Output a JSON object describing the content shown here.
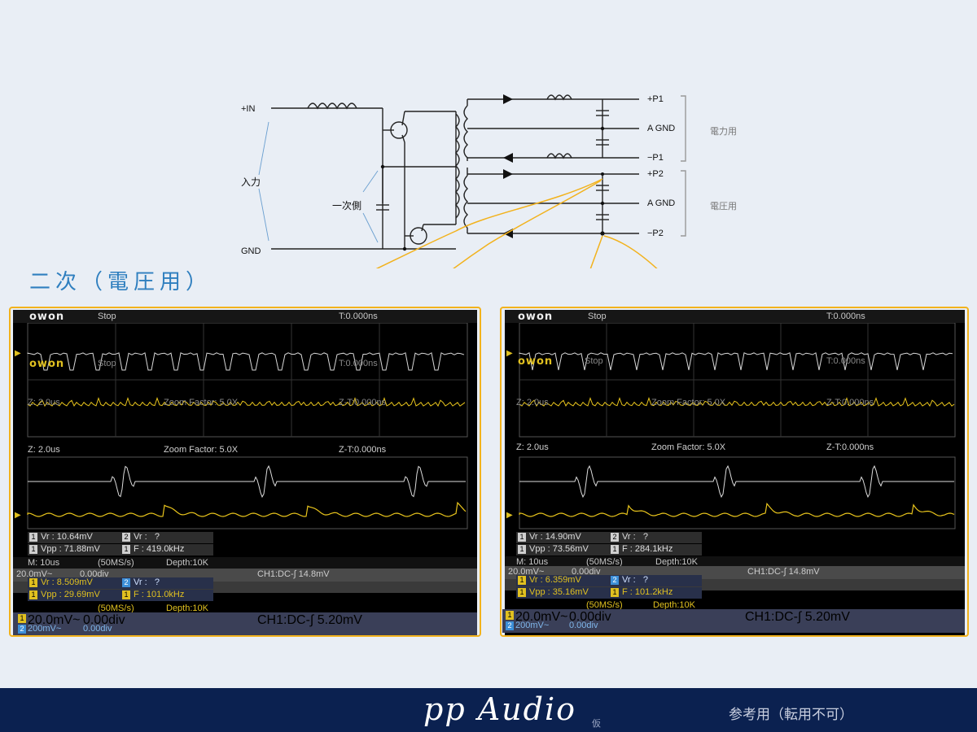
{
  "schematic": {
    "in_plus": "+IN",
    "gnd": "GND",
    "input_label": "入力",
    "primary_label": "一次側",
    "outputs": [
      "+P1",
      "A GND",
      "−P1",
      "+P2",
      "A GND",
      "−P2"
    ],
    "group_power": "電力用",
    "group_voltage": "電圧用"
  },
  "section_title": "二次（電圧用）",
  "scope_left": {
    "top_bar": {
      "logo": "owon",
      "state": "Stop",
      "trigger_time": "T:0.000ns"
    },
    "overlay_bar": {
      "logo": "owon",
      "state": "Stop",
      "trigger_time": "T:0.000ns"
    },
    "overlay_row": {
      "z": "Z: 2.0us",
      "zoom": "Zoom Factor: 5.0X",
      "zt": "Z-T:0.000ns"
    },
    "zoom_row": {
      "z": "Z: 2.0us",
      "zoom": "Zoom Factor: 5.0X",
      "zt": "Z-T:0.000ns"
    },
    "meas_upper": {
      "r1": {
        "ch": "1",
        "label": "Vr :",
        "value": "10.64mV"
      },
      "r2": {
        "ch": "2",
        "label": "Vr :",
        "value": "?"
      },
      "r3": {
        "ch": "1",
        "label": "Vpp :",
        "value": "71.88mV"
      },
      "r4": {
        "ch": "1",
        "label": "F :",
        "value": "419.0kHz"
      }
    },
    "status_upper": {
      "m": "M: 10us",
      "rate": "(50MS/s)",
      "depth": "Depth:10K"
    },
    "ch_row_upper": {
      "ch1": "20.0mV~",
      "pos1": "0.00div",
      "trig": "CH1:DC-∫ 14.8mV"
    },
    "meas_lower": {
      "r1": {
        "ch": "1",
        "label": "Vr :",
        "value": "8.509mV"
      },
      "r2": {
        "ch": "2",
        "label": "Vr :",
        "value": "?"
      },
      "r3": {
        "ch": "1",
        "label": "Vpp :",
        "value": "29.69mV"
      },
      "r4": {
        "ch": "1",
        "label": "F :",
        "value": "101.0kHz"
      }
    },
    "status_lower": {
      "rate": "(50MS/s)",
      "depth": "Depth:10K"
    },
    "ch_rows_lower": {
      "ch1": "20.0mV~",
      "pos1": "0.00div",
      "trig": "CH1:DC-∫ 5.20mV",
      "ch2": "200mV~",
      "pos2": "0.00div"
    }
  },
  "scope_right": {
    "top_bar": {
      "logo": "owon",
      "state": "Stop",
      "trigger_time": "T:0.000ns"
    },
    "overlay_bar": {
      "logo": "owon",
      "state": "Stop",
      "trigger_time": "T:0.000ns"
    },
    "overlay_row": {
      "z": "Z: 2.0us",
      "zoom": "Zoom Factor: 5.0X",
      "zt": "Z-T:0.000ns"
    },
    "zoom_row": {
      "z": "Z: 2.0us",
      "zoom": "Zoom Factor: 5.0X",
      "zt": "Z-T:0.000ns"
    },
    "meas_upper": {
      "r1": {
        "ch": "1",
        "label": "Vr :",
        "value": "14.90mV"
      },
      "r2": {
        "ch": "2",
        "label": "Vr :",
        "value": "?"
      },
      "r3": {
        "ch": "1",
        "label": "Vpp :",
        "value": "73.56mV"
      },
      "r4": {
        "ch": "1",
        "label": "F :",
        "value": "284.1kHz"
      }
    },
    "status_upper": {
      "m": "M: 10us",
      "rate": "(50MS/s)",
      "depth": "Depth:10K"
    },
    "ch_row_upper": {
      "ch1": "20.0mV~",
      "pos1": "0.00div",
      "trig": "CH1:DC-∫ 14.8mV"
    },
    "meas_lower": {
      "r1": {
        "ch": "1",
        "label": "Vr :",
        "value": "6.359mV"
      },
      "r2": {
        "ch": "2",
        "label": "Vr :",
        "value": "?"
      },
      "r3": {
        "ch": "1",
        "label": "Vpp :",
        "value": "35.16mV"
      },
      "r4": {
        "ch": "1",
        "label": "F :",
        "value": "101.2kHz"
      }
    },
    "status_lower": {
      "rate": "(50MS/s)",
      "depth": "Depth:10K"
    },
    "ch_rows_lower": {
      "ch1": "20.0mV~",
      "pos1": "0.00div",
      "trig": "CH1:DC-∫ 5.20mV",
      "ch2": "200mV~",
      "pos2": "0.00div"
    }
  },
  "footer": {
    "brand": "pp Audio",
    "kari": "仮",
    "note": "参考用（転用不可）"
  },
  "colors": {
    "background": "#e9eef5",
    "footer": "#0b2150",
    "title_blue": "#2f7fbf",
    "callout_yellow": "#f2b21c",
    "trace_yellow": "#e8c41c",
    "trace_white": "#dcdcdc"
  }
}
